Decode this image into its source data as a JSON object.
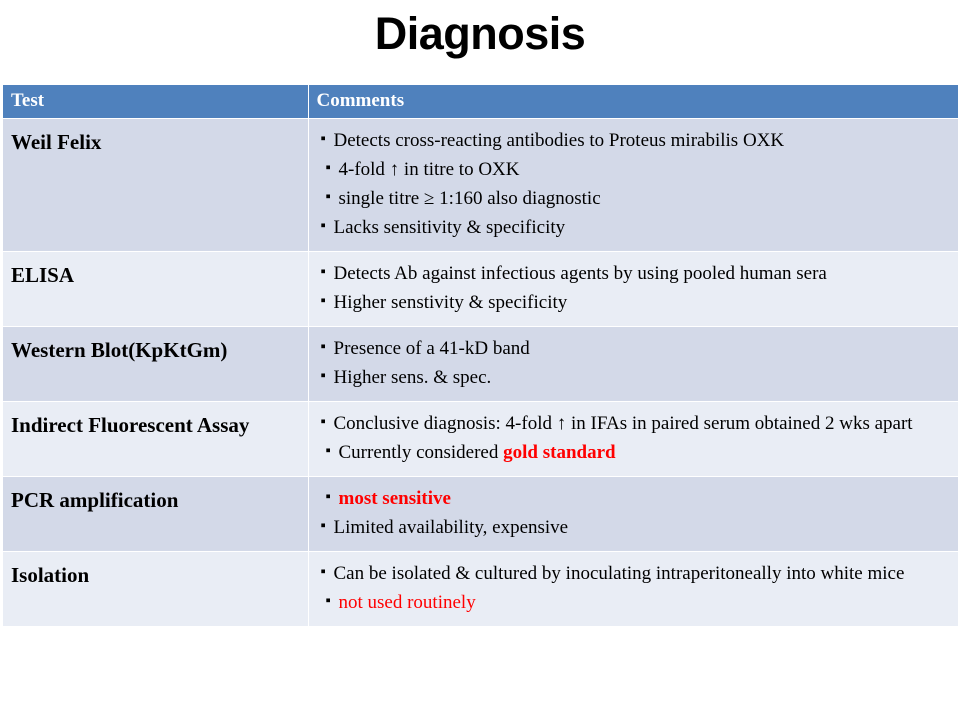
{
  "slide": {
    "title": "Diagnosis"
  },
  "table": {
    "columns": [
      "Test",
      "Comments"
    ],
    "rows": [
      {
        "test": "Weil Felix",
        "comments": [
          {
            "text": "Detects cross-reacting antibodies to Proteus mirabilis OXK",
            "style": "normal",
            "indent": false
          },
          {
            "text": "4-fold ↑ in titre to OXK",
            "style": "normal",
            "indent": true
          },
          {
            "text": "single titre ≥ 1:160 also diagnostic",
            "style": "normal",
            "indent": true
          },
          {
            "text": "Lacks sensitivity & specificity",
            "style": "normal",
            "indent": false
          }
        ]
      },
      {
        "test": "ELISA",
        "comments": [
          {
            "text": "Detects Ab against infectious agents by using pooled human sera",
            "style": "normal",
            "indent": false
          },
          {
            "text": "Higher senstivity & specificity",
            "style": "normal",
            "indent": false
          }
        ]
      },
      {
        "test": "Western Blot(KpKtGm)",
        "comments": [
          {
            "text": "Presence of a 41-kD band",
            "style": "normal",
            "indent": false
          },
          {
            "text": "Higher sens. & spec.",
            "style": "normal",
            "indent": false
          }
        ]
      },
      {
        "test": "Indirect Fluorescent Assay",
        "comments": [
          {
            "text": "Conclusive diagnosis: 4-fold ↑ in IFAs in paired serum obtained 2 wks apart",
            "style": "normal",
            "indent": false
          },
          {
            "text": "Currently considered ",
            "style": "mixed",
            "indent": true,
            "highlight": "gold standard"
          }
        ]
      },
      {
        "test": "PCR amplification",
        "comments": [
          {
            "text": "most sensitive",
            "style": "red",
            "indent": true
          },
          {
            "text": "Limited availability, expensive",
            "style": "normal",
            "indent": false
          }
        ]
      },
      {
        "test": "Isolation",
        "comments": [
          {
            "text": "Can be isolated & cultured by inoculating intraperitoneally into white mice",
            "style": "normal",
            "indent": false
          },
          {
            "text": "not used routinely",
            "style": "red-plain",
            "indent": true
          }
        ]
      }
    ]
  },
  "colors": {
    "header_bg": "#4F81BD",
    "header_text": "#FFFFFF",
    "row_odd_bg": "#D3D9E8",
    "row_even_bg": "#E9EDF5",
    "highlight": "#FF0000",
    "text": "#000000"
  }
}
